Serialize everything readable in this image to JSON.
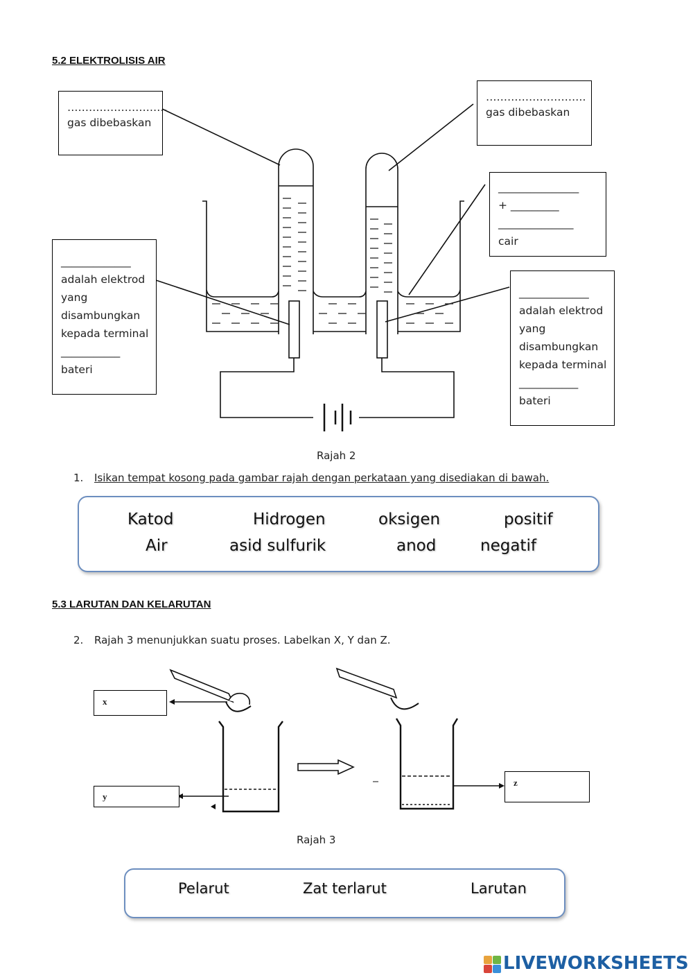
{
  "section1": {
    "heading": "5.2 ELEKTROLISIS AIR",
    "box_top_left": {
      "line1": "……………………….",
      "line2": "gas dibebaskan"
    },
    "box_top_right": {
      "line1": "……………………….",
      "line2": "gas dibebaskan"
    },
    "box_mid_right": {
      "line1": "_______________",
      "line2": "+ _________",
      "line3": "______________",
      "line4": "cair"
    },
    "box_left": {
      "line1": "_____________",
      "line2": "adalah elektrod",
      "line3": "yang",
      "line4": "disambungkan",
      "line5": "kepada terminal",
      "line6": "___________",
      "line7": "bateri"
    },
    "box_right": {
      "line1": "_____________",
      "line2": "adalah elektrod",
      "line3": "yang",
      "line4": "disambungkan",
      "line5": "kepada terminal",
      "line6": "___________",
      "line7": "bateri"
    },
    "caption": "Rajah 2",
    "question_num": "1.",
    "question": "Isikan tempat kosong pada gambar rajah dengan perkataan yang disediakan di bawah.",
    "word_bank": [
      "Katod",
      "Hidrogen",
      "oksigen",
      "positif",
      "Air",
      "asid sulfurik",
      "anod",
      "negatif"
    ]
  },
  "section2": {
    "heading": "5.3 LARUTAN DAN KELARUTAN",
    "question_num": "2.",
    "question": "Rajah 3 menunjukkan suatu proses. Labelkan X, Y dan Z.",
    "label_x": "x",
    "label_y": "y",
    "label_z": "z",
    "caption": "Rajah 3",
    "word_bank": [
      "Pelarut",
      "Zat terlarut",
      "Larutan"
    ]
  },
  "footer": {
    "logo_text": "LIVEWORKSHEETS",
    "logo_colors": [
      "#e8a33d",
      "#6fb544",
      "#d9453a",
      "#3a8fd9"
    ]
  }
}
